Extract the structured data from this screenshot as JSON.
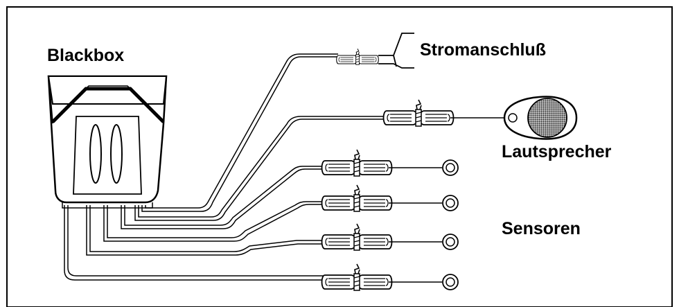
{
  "labels": {
    "blackbox": "Blackbox",
    "power": "Stromanschluß",
    "speaker": "Lautsprecher",
    "sensors": "Sensoren"
  },
  "icons": [
    "blackbox-unit-icon",
    "power-plug-icon",
    "speaker-icon",
    "sensor-icon",
    "cable-coil-icon"
  ],
  "colors": {
    "line": "#000000",
    "background": "#ffffff",
    "speaker_grille": "#555555"
  }
}
